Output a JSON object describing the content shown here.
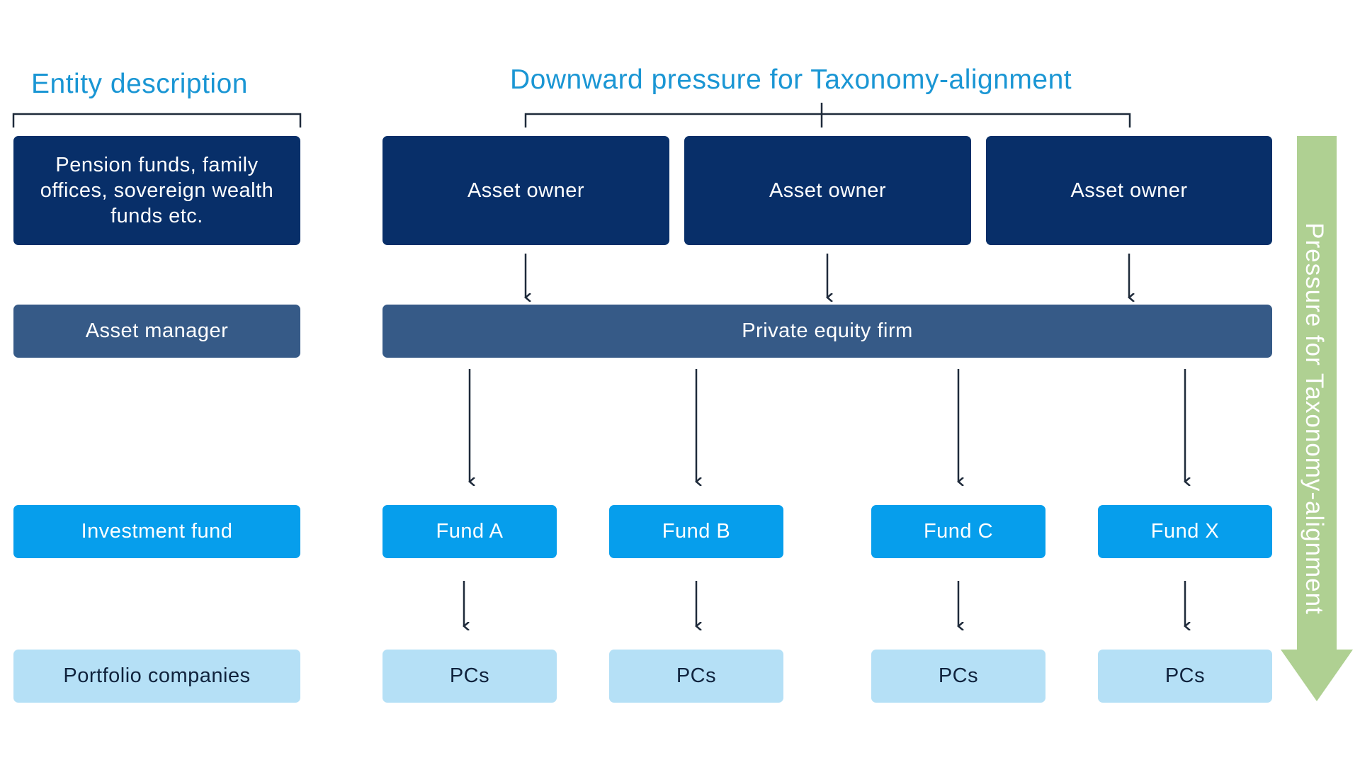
{
  "headings": {
    "entity_description": "Entity description",
    "downward_pressure": "Downward pressure for Taxonomy-alignment"
  },
  "entity_labels": {
    "asset_owners": "Pension funds, family offices, sovereign wealth funds etc.",
    "asset_manager": "Asset manager",
    "investment_fund": "Investment fund",
    "portfolio_companies": "Portfolio companies"
  },
  "asset_owners": [
    "Asset owner",
    "Asset owner",
    "Asset owner"
  ],
  "private_equity": "Private equity firm",
  "funds": [
    "Fund A",
    "Fund B",
    "Fund C",
    "Fund X"
  ],
  "pcs": [
    "PCs",
    "PCs",
    "PCs",
    "PCs"
  ],
  "side_arrow_label": "Pressure for Taxonomy-alignment",
  "colors": {
    "heading": "#1a96d4",
    "owner": "#082f69",
    "manager": "#365a87",
    "fund": "#069eec",
    "pc": "#b5e0f6",
    "side_arrow": "#afd092",
    "connector": "#1e2a3a"
  }
}
